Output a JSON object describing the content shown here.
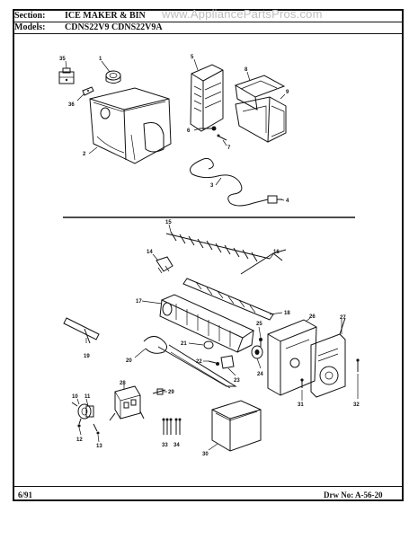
{
  "header": {
    "section_label": "Section:",
    "section_value": "ICE MAKER & BIN",
    "models_label": "Models:",
    "models_value": "CDNS22V9  CDNS22V9A"
  },
  "watermark": "www.AppliancePartsPros.com",
  "footer": {
    "date": "6/91",
    "drawing_number": "Drw No: A-56-20"
  },
  "callouts": [
    "1",
    "2",
    "3",
    "4",
    "5",
    "6",
    "7",
    "8",
    "9",
    "10",
    "11",
    "12",
    "13",
    "14",
    "15",
    "16",
    "17",
    "18",
    "19",
    "20",
    "21",
    "22",
    "23",
    "24",
    "25",
    "26",
    "27",
    "28",
    "29",
    "30",
    "31",
    "32",
    "33",
    "34",
    "35",
    "36"
  ]
}
